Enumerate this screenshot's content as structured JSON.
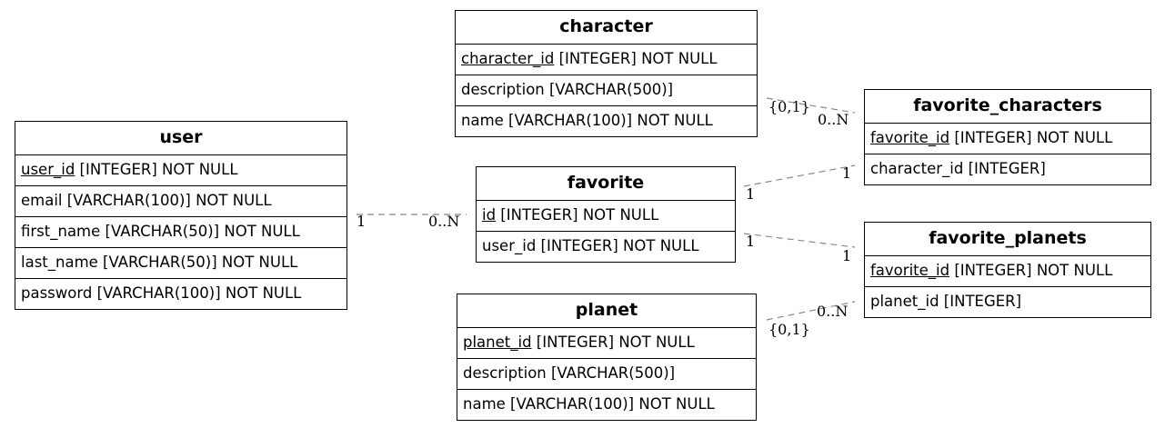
{
  "entities": {
    "character": {
      "title": "character",
      "rows": [
        {
          "pk": "character_id",
          "rest": " [INTEGER] NOT NULL"
        },
        {
          "pk": "",
          "rest": "description [VARCHAR(500)]"
        },
        {
          "pk": "",
          "rest": "name [VARCHAR(100)] NOT NULL"
        }
      ]
    },
    "user": {
      "title": "user",
      "rows": [
        {
          "pk": "user_id",
          "rest": " [INTEGER] NOT NULL"
        },
        {
          "pk": "",
          "rest": "email [VARCHAR(100)] NOT NULL"
        },
        {
          "pk": "",
          "rest": "first_name [VARCHAR(50)] NOT NULL"
        },
        {
          "pk": "",
          "rest": "last_name [VARCHAR(50)] NOT NULL"
        },
        {
          "pk": "",
          "rest": "password [VARCHAR(100)] NOT NULL"
        }
      ]
    },
    "favorite": {
      "title": "favorite",
      "rows": [
        {
          "pk": "id",
          "rest": " [INTEGER] NOT NULL"
        },
        {
          "pk": "",
          "rest": "user_id [INTEGER] NOT NULL"
        }
      ]
    },
    "planet": {
      "title": "planet",
      "rows": [
        {
          "pk": "planet_id",
          "rest": " [INTEGER] NOT NULL"
        },
        {
          "pk": "",
          "rest": "description [VARCHAR(500)]"
        },
        {
          "pk": "",
          "rest": "name [VARCHAR(100)] NOT NULL"
        }
      ]
    },
    "favorite_characters": {
      "title": "favorite_characters",
      "rows": [
        {
          "pk": "favorite_id",
          "rest": " [INTEGER] NOT NULL"
        },
        {
          "pk": "",
          "rest": "character_id [INTEGER]"
        }
      ]
    },
    "favorite_planets": {
      "title": "favorite_planets",
      "rows": [
        {
          "pk": "favorite_id",
          "rest": " [INTEGER] NOT NULL"
        },
        {
          "pk": "",
          "rest": "planet_id [INTEGER]"
        }
      ]
    }
  },
  "relationships": {
    "character_favchar": {
      "from_label": "{0,1}",
      "to_label": "0..N"
    },
    "user_favorite": {
      "from_label": "1",
      "to_label": "0..N"
    },
    "favorite_favchar": {
      "from_label": "1",
      "to_label": "1"
    },
    "favorite_favplanets": {
      "from_label": "1",
      "to_label": "1"
    },
    "planet_favplanets": {
      "from_label": "{0,1}",
      "to_label": "0..N"
    }
  },
  "colors": {
    "edge": "#888888",
    "border": "#000000"
  }
}
